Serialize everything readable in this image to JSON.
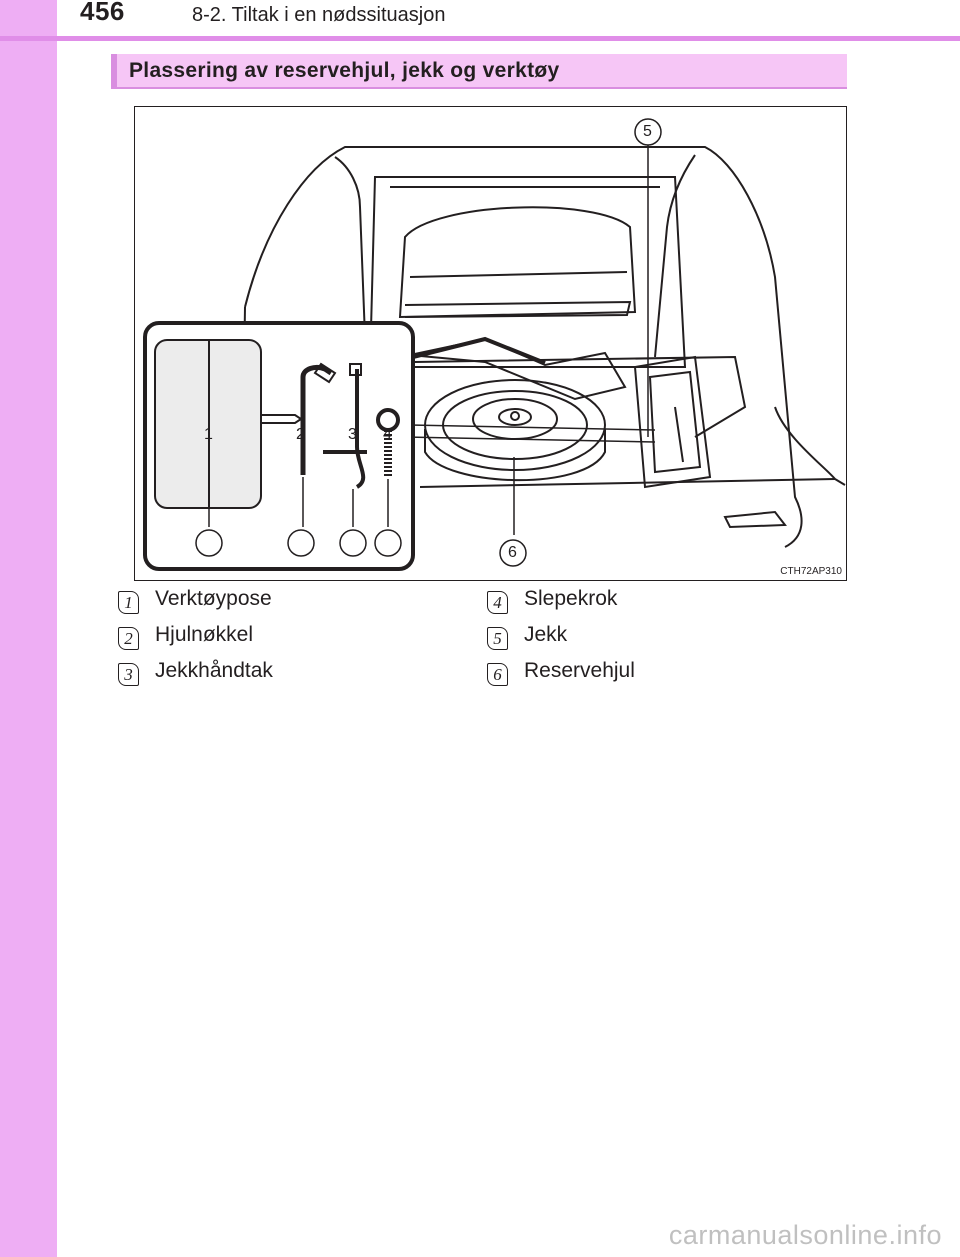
{
  "page": {
    "number": "456",
    "chapter": "8-2. Tiltak i en nødssituasjon"
  },
  "section": {
    "title": "Plassering av reservehjul, jekk og verktøy"
  },
  "figure": {
    "code": "CTH72AP310",
    "callouts": [
      "1",
      "2",
      "3",
      "4",
      "5",
      "6"
    ]
  },
  "legend": [
    {
      "num": "1",
      "label": "Verktøypose"
    },
    {
      "num": "2",
      "label": "Hjulnøkkel"
    },
    {
      "num": "3",
      "label": "Jekkhåndtak"
    },
    {
      "num": "4",
      "label": "Slepekrok"
    },
    {
      "num": "5",
      "label": "Jekk"
    },
    {
      "num": "6",
      "label": "Reservehjul"
    }
  ],
  "watermark": "carmanualsonline.info",
  "colors": {
    "side_band": "#eeaef4",
    "top_rule": "#e08ee8",
    "section_bar": "#f6c6f6"
  }
}
